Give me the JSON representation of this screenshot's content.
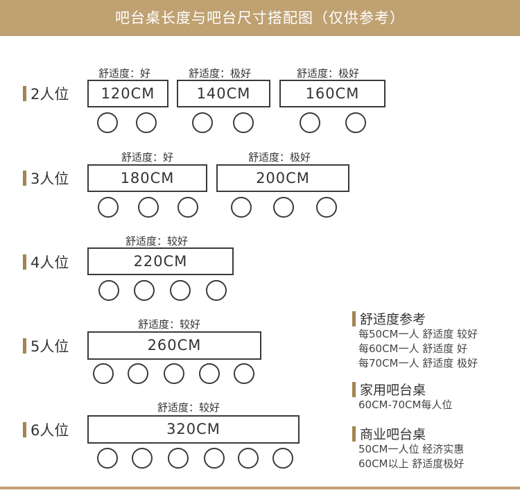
{
  "header": {
    "title": "吧台桌长度与吧台尺寸搭配图（仅供参考）"
  },
  "rows": [
    {
      "label": "2人位",
      "tables": [
        {
          "comfort": "舒适度：好",
          "size": "120CM"
        },
        {
          "comfort": "舒适度：极好",
          "size": "140CM"
        },
        {
          "comfort": "舒适度：极好",
          "size": "160CM"
        }
      ]
    },
    {
      "label": "3人位",
      "tables": [
        {
          "comfort": "舒适度：好",
          "size": "180CM"
        },
        {
          "comfort": "舒适度：极好",
          "size": "200CM"
        }
      ]
    },
    {
      "label": "4人位",
      "tables": [
        {
          "comfort": "舒适度：较好",
          "size": "220CM"
        }
      ]
    },
    {
      "label": "5人位",
      "tables": [
        {
          "comfort": "舒适度：较好",
          "size": "260CM"
        }
      ]
    },
    {
      "label": "6人位",
      "tables": [
        {
          "comfort": "舒适度：较好",
          "size": "320CM"
        }
      ]
    }
  ],
  "reference": {
    "comfort": {
      "title": "舒适度参考",
      "lines": [
        "每50CM一人 舒适度 较好",
        "每60CM一人 舒适度 好",
        "每70CM一人 舒适度 极好"
      ]
    },
    "home": {
      "title": "家用吧台桌",
      "lines": [
        "60CM-70CM每人位"
      ]
    },
    "commercial": {
      "title": "商业吧台桌",
      "lines": [
        "50CM一人位 经济实惠",
        "60CM以上 舒适度极好"
      ]
    }
  }
}
